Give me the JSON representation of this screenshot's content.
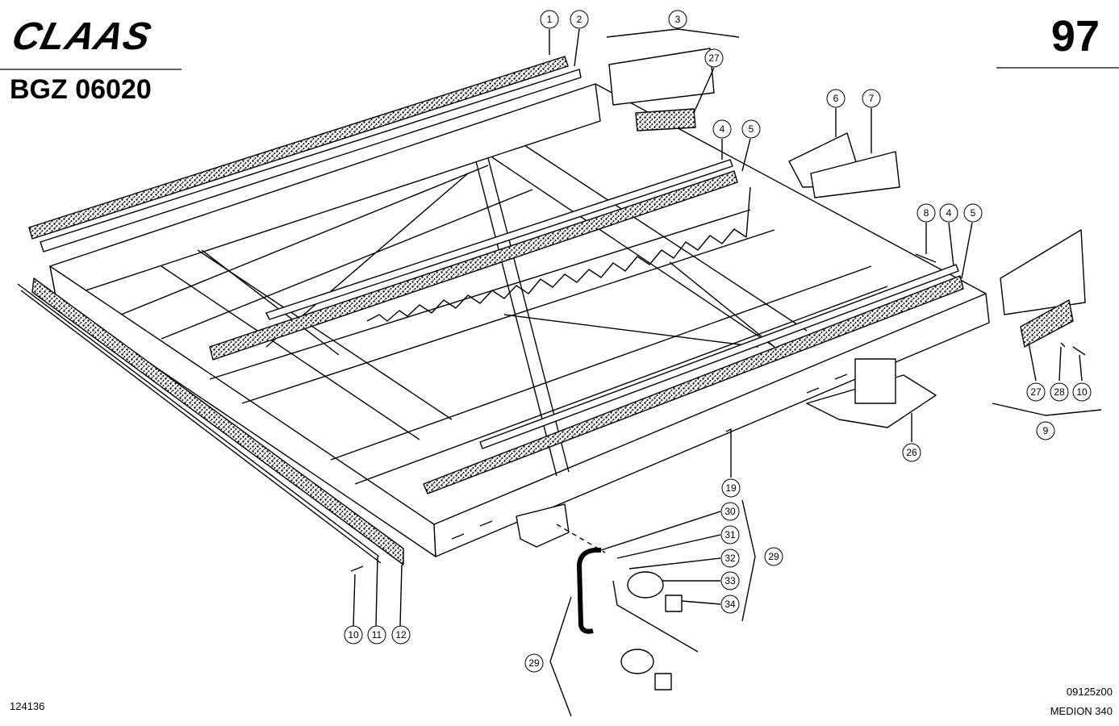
{
  "header": {
    "brand_logo": "CLAAS",
    "model_code": "BGZ 06020",
    "page_number": "97"
  },
  "footer": {
    "image_number": "124136",
    "drawing_code": "09125z00",
    "machine": "MEDION 340"
  },
  "callouts": {
    "c1": "1",
    "c2": "2",
    "c3": "3",
    "c27a": "27",
    "c4a": "4",
    "c5a": "5",
    "c6": "6",
    "c7": "7",
    "c8": "8",
    "c4b": "4",
    "c5b": "5",
    "c27b": "27",
    "c28": "28",
    "c10a": "10",
    "c9": "9",
    "c26": "26",
    "c19": "19",
    "c30": "30",
    "c31": "31",
    "c32": "32",
    "c33": "33",
    "c34": "34",
    "c29a": "29",
    "c29b": "29",
    "c10b": "10",
    "c11": "11",
    "c12": "12"
  }
}
